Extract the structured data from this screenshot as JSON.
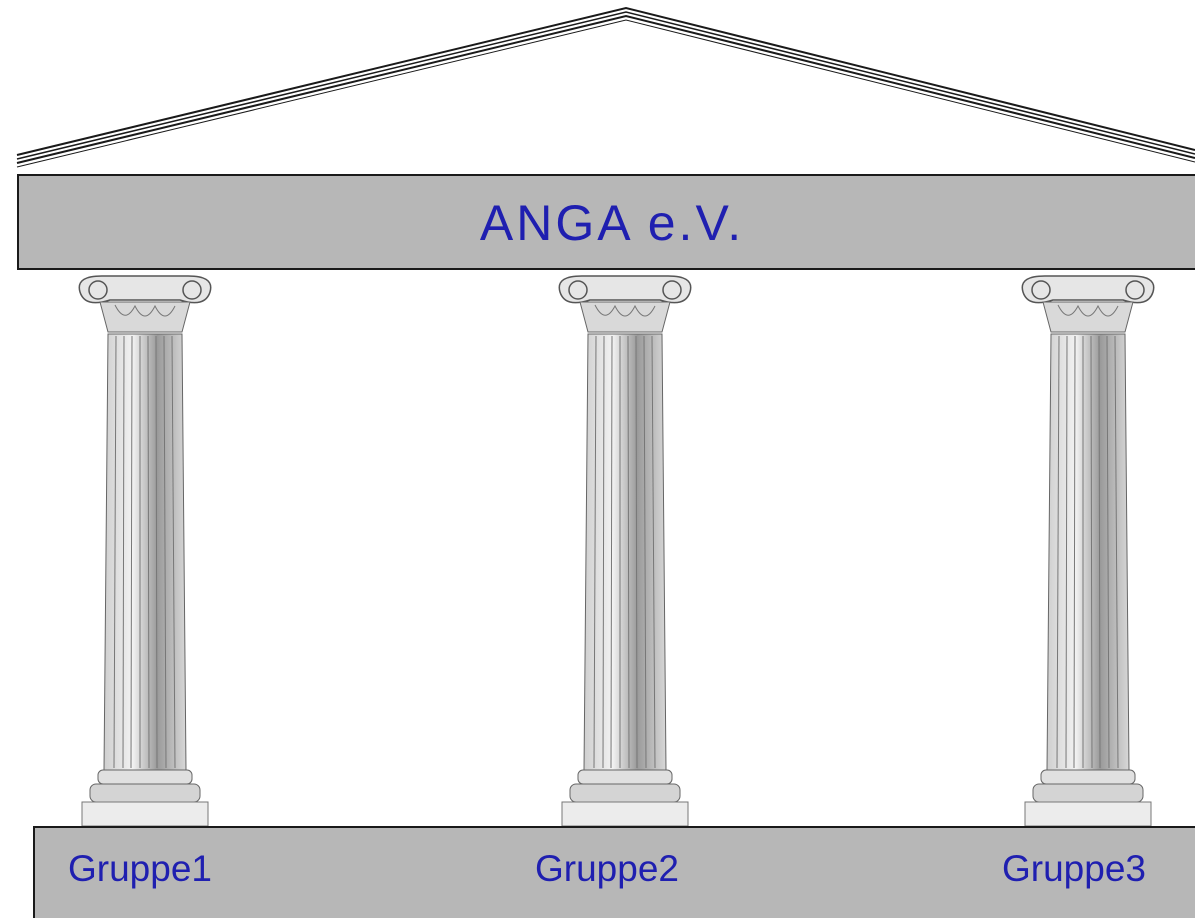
{
  "title": "ANGA e.V.",
  "groups": [
    "Gruppe1",
    "Gruppe2",
    "Gruppe3"
  ],
  "colors": {
    "text": "#1f1fb0",
    "panel": "#b7b7b7",
    "outline": "#1a1a1a"
  },
  "icons": [
    "pediment-roof",
    "ionic-column"
  ]
}
